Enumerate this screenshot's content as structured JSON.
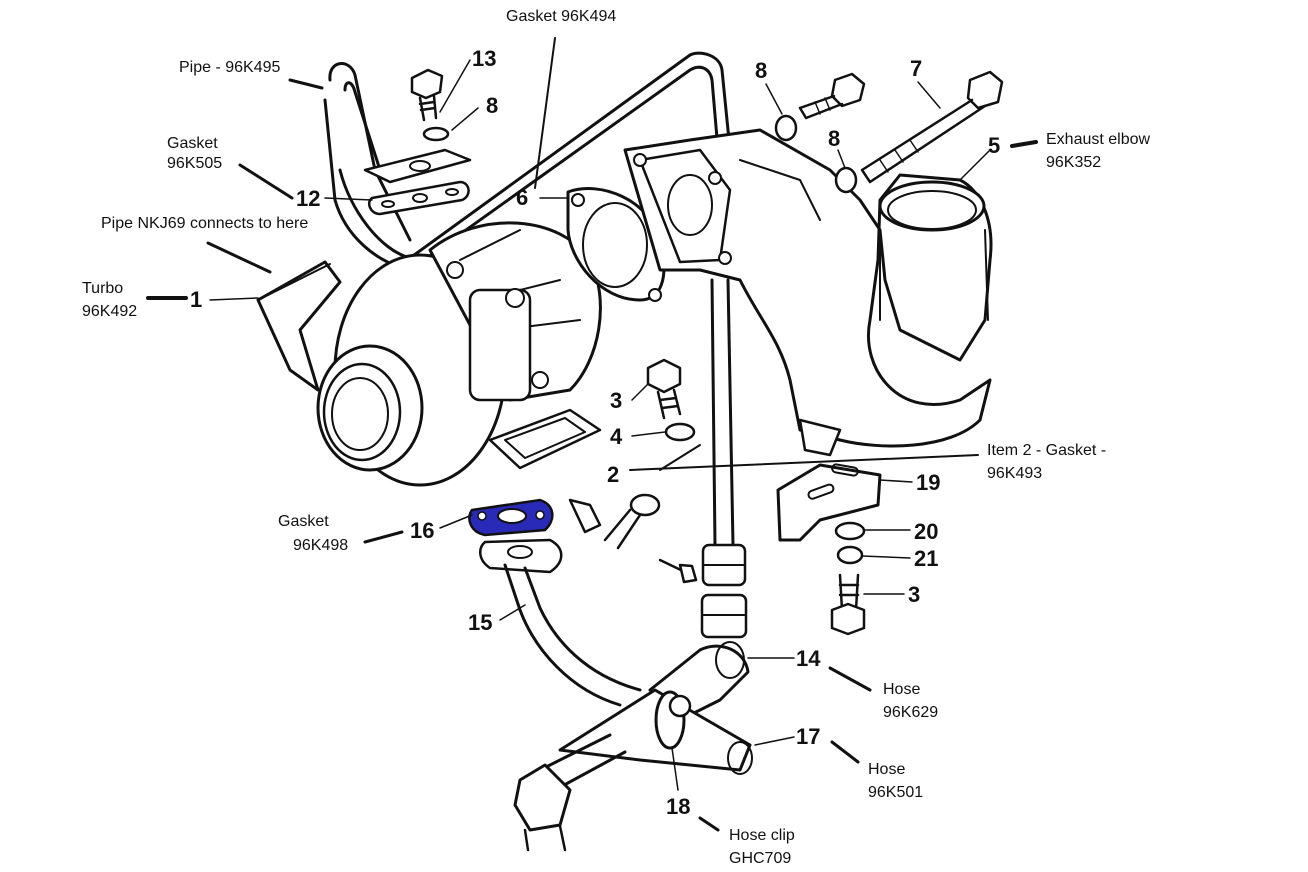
{
  "callouts": {
    "gasket_96k494": "Gasket 96K494",
    "pipe_96k495": "Pipe - 96K495",
    "gasket_96k505_line1": "Gasket",
    "gasket_96k505_line2": "96K505",
    "pipe_nkj69": "Pipe NKJ69 connects to here",
    "turbo_line1": "Turbo",
    "turbo_line2": "96K492",
    "exhaust_line1": "Exhaust elbow",
    "exhaust_line2": "96K352",
    "item2_line1": "Item 2 - Gasket -",
    "item2_line2": "96K493",
    "gasket_96k498_line1": "Gasket",
    "gasket_96k498_line2": "96K498",
    "hose_96k629_line1": "Hose",
    "hose_96k629_line2": "96K629",
    "hose_96k501_line1": "Hose",
    "hose_96k501_line2": "96K501",
    "hose_clip_line1": "Hose clip",
    "hose_clip_line2": "GHC709"
  },
  "numbers": {
    "n1": "1",
    "n2": "2",
    "n3a": "3",
    "n3b": "3",
    "n4": "4",
    "n5": "5",
    "n6": "6",
    "n7": "7",
    "n8a": "8",
    "n8b": "8",
    "n8c": "8",
    "n12": "12",
    "n13": "13",
    "n14": "14",
    "n15": "15",
    "n16": "16",
    "n17": "17",
    "n18": "18",
    "n19": "19",
    "n20": "20",
    "n21": "21"
  },
  "colors": {
    "line": "#111111",
    "highlight_gasket": "#2a2ab8",
    "background": "#ffffff"
  }
}
